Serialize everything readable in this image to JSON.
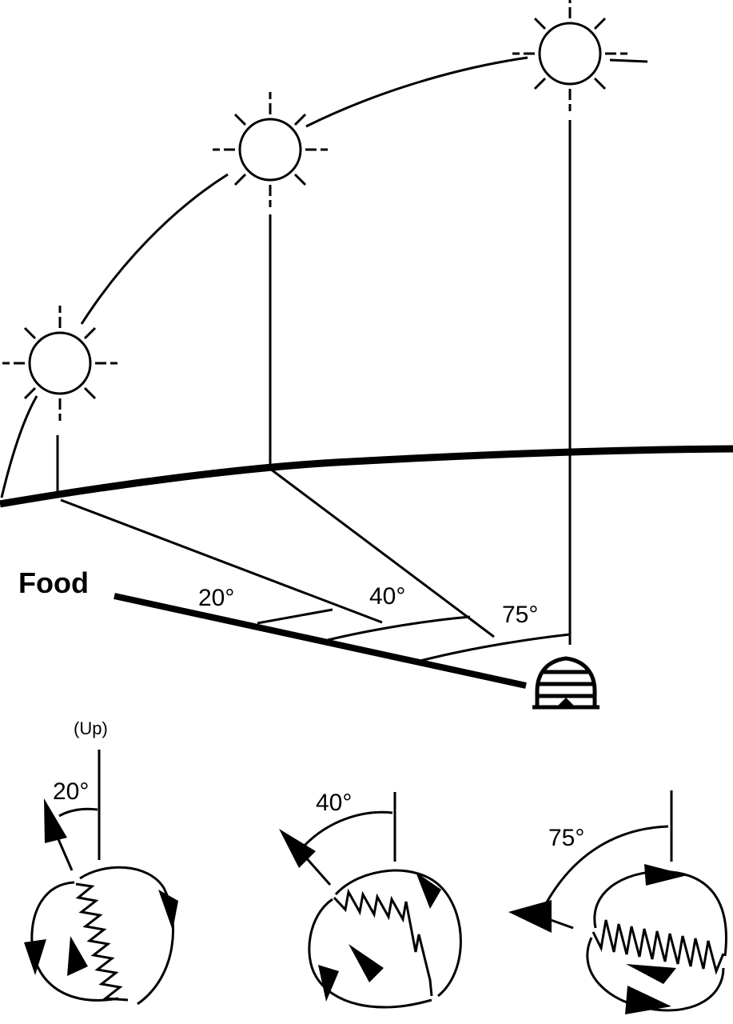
{
  "labels": {
    "food": "Food",
    "up": "(Up)",
    "field_angles": [
      "20°",
      "40°",
      "75°"
    ],
    "dance_angles": [
      "20°",
      "40°",
      "75°"
    ]
  },
  "icons": {
    "sun": "sun-icon",
    "hive": "beehive-icon",
    "arrow": "arrowhead-icon"
  },
  "colors": {
    "ink": "#000000",
    "background": "#ffffff"
  }
}
